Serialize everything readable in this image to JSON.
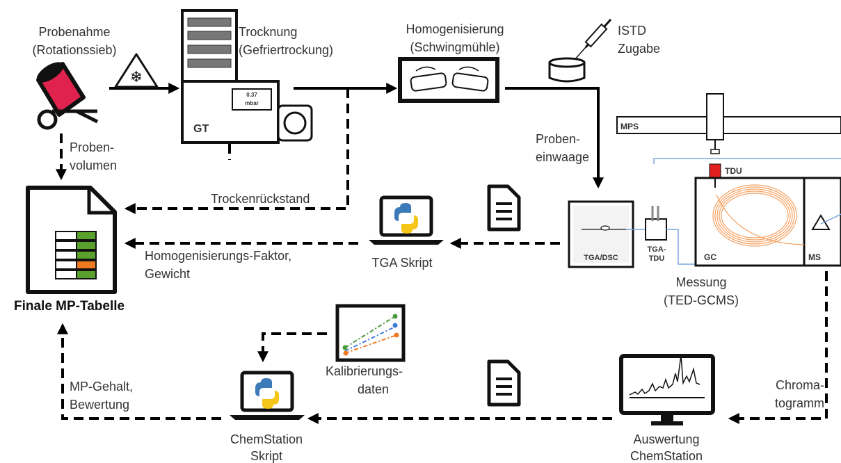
{
  "labels": {
    "probenahme_1": "Probenahme",
    "probenahme_2": "(Rotationssieb)",
    "trocknung_1": "Trocknung",
    "trocknung_2": "(Gefriertrockung)",
    "homog_1": "Homogenisierung",
    "homog_2": "(Schwingmühle)",
    "istd_1": "ISTD",
    "istd_2": "Zugabe",
    "gt": "GT",
    "pressure_1": "0.37",
    "pressure_2": "mbar",
    "probenvolumen_1": "Proben-",
    "probenvolumen_2": "volumen",
    "trockenrueckstand": "Trockenrückstand",
    "einwaage_1": "Proben-",
    "einwaage_2": "einwaage",
    "mps": "MPS",
    "tdu": "TDU",
    "tga_dsc": "TGA/DSC",
    "tga_tdu_1": "TGA-",
    "tga_tdu_2": "TDU",
    "gc": "GC",
    "ms": "MS",
    "homog_faktor_1": "Homogenisierungs-Faktor,",
    "homog_faktor_2": "Gewicht",
    "tga_skript": "TGA Skript",
    "finale": "Finale MP-Tabelle",
    "messung_1": "Messung",
    "messung_2": "(TED-GCMS)",
    "kalib_1": "Kalibrierungs-",
    "kalib_2": "daten",
    "mp_gehalt_1": "MP-Gehalt,",
    "mp_gehalt_2": "Bewertung",
    "chroma_1": "Chroma-",
    "chroma_2": "togramm",
    "chemstation_skript_1": "ChemStation",
    "chemstation_skript_2": "Skript",
    "auswertung_1": "Auswertung",
    "auswertung_2": "ChemStation"
  },
  "colors": {
    "line": "#000000",
    "bucket_red": "#e0234e",
    "table_green": "#5aa02c",
    "table_orange": "#f07a22",
    "gc_coil": "#f5a060",
    "tdu_red": "#e02020",
    "mps_line": "#7aa6e0",
    "python_blue": "#3d7ab8",
    "python_yellow": "#f5c518",
    "calib_green": "#4a9a3a",
    "calib_blue": "#3d7ad8",
    "calib_orange": "#f07a22"
  }
}
